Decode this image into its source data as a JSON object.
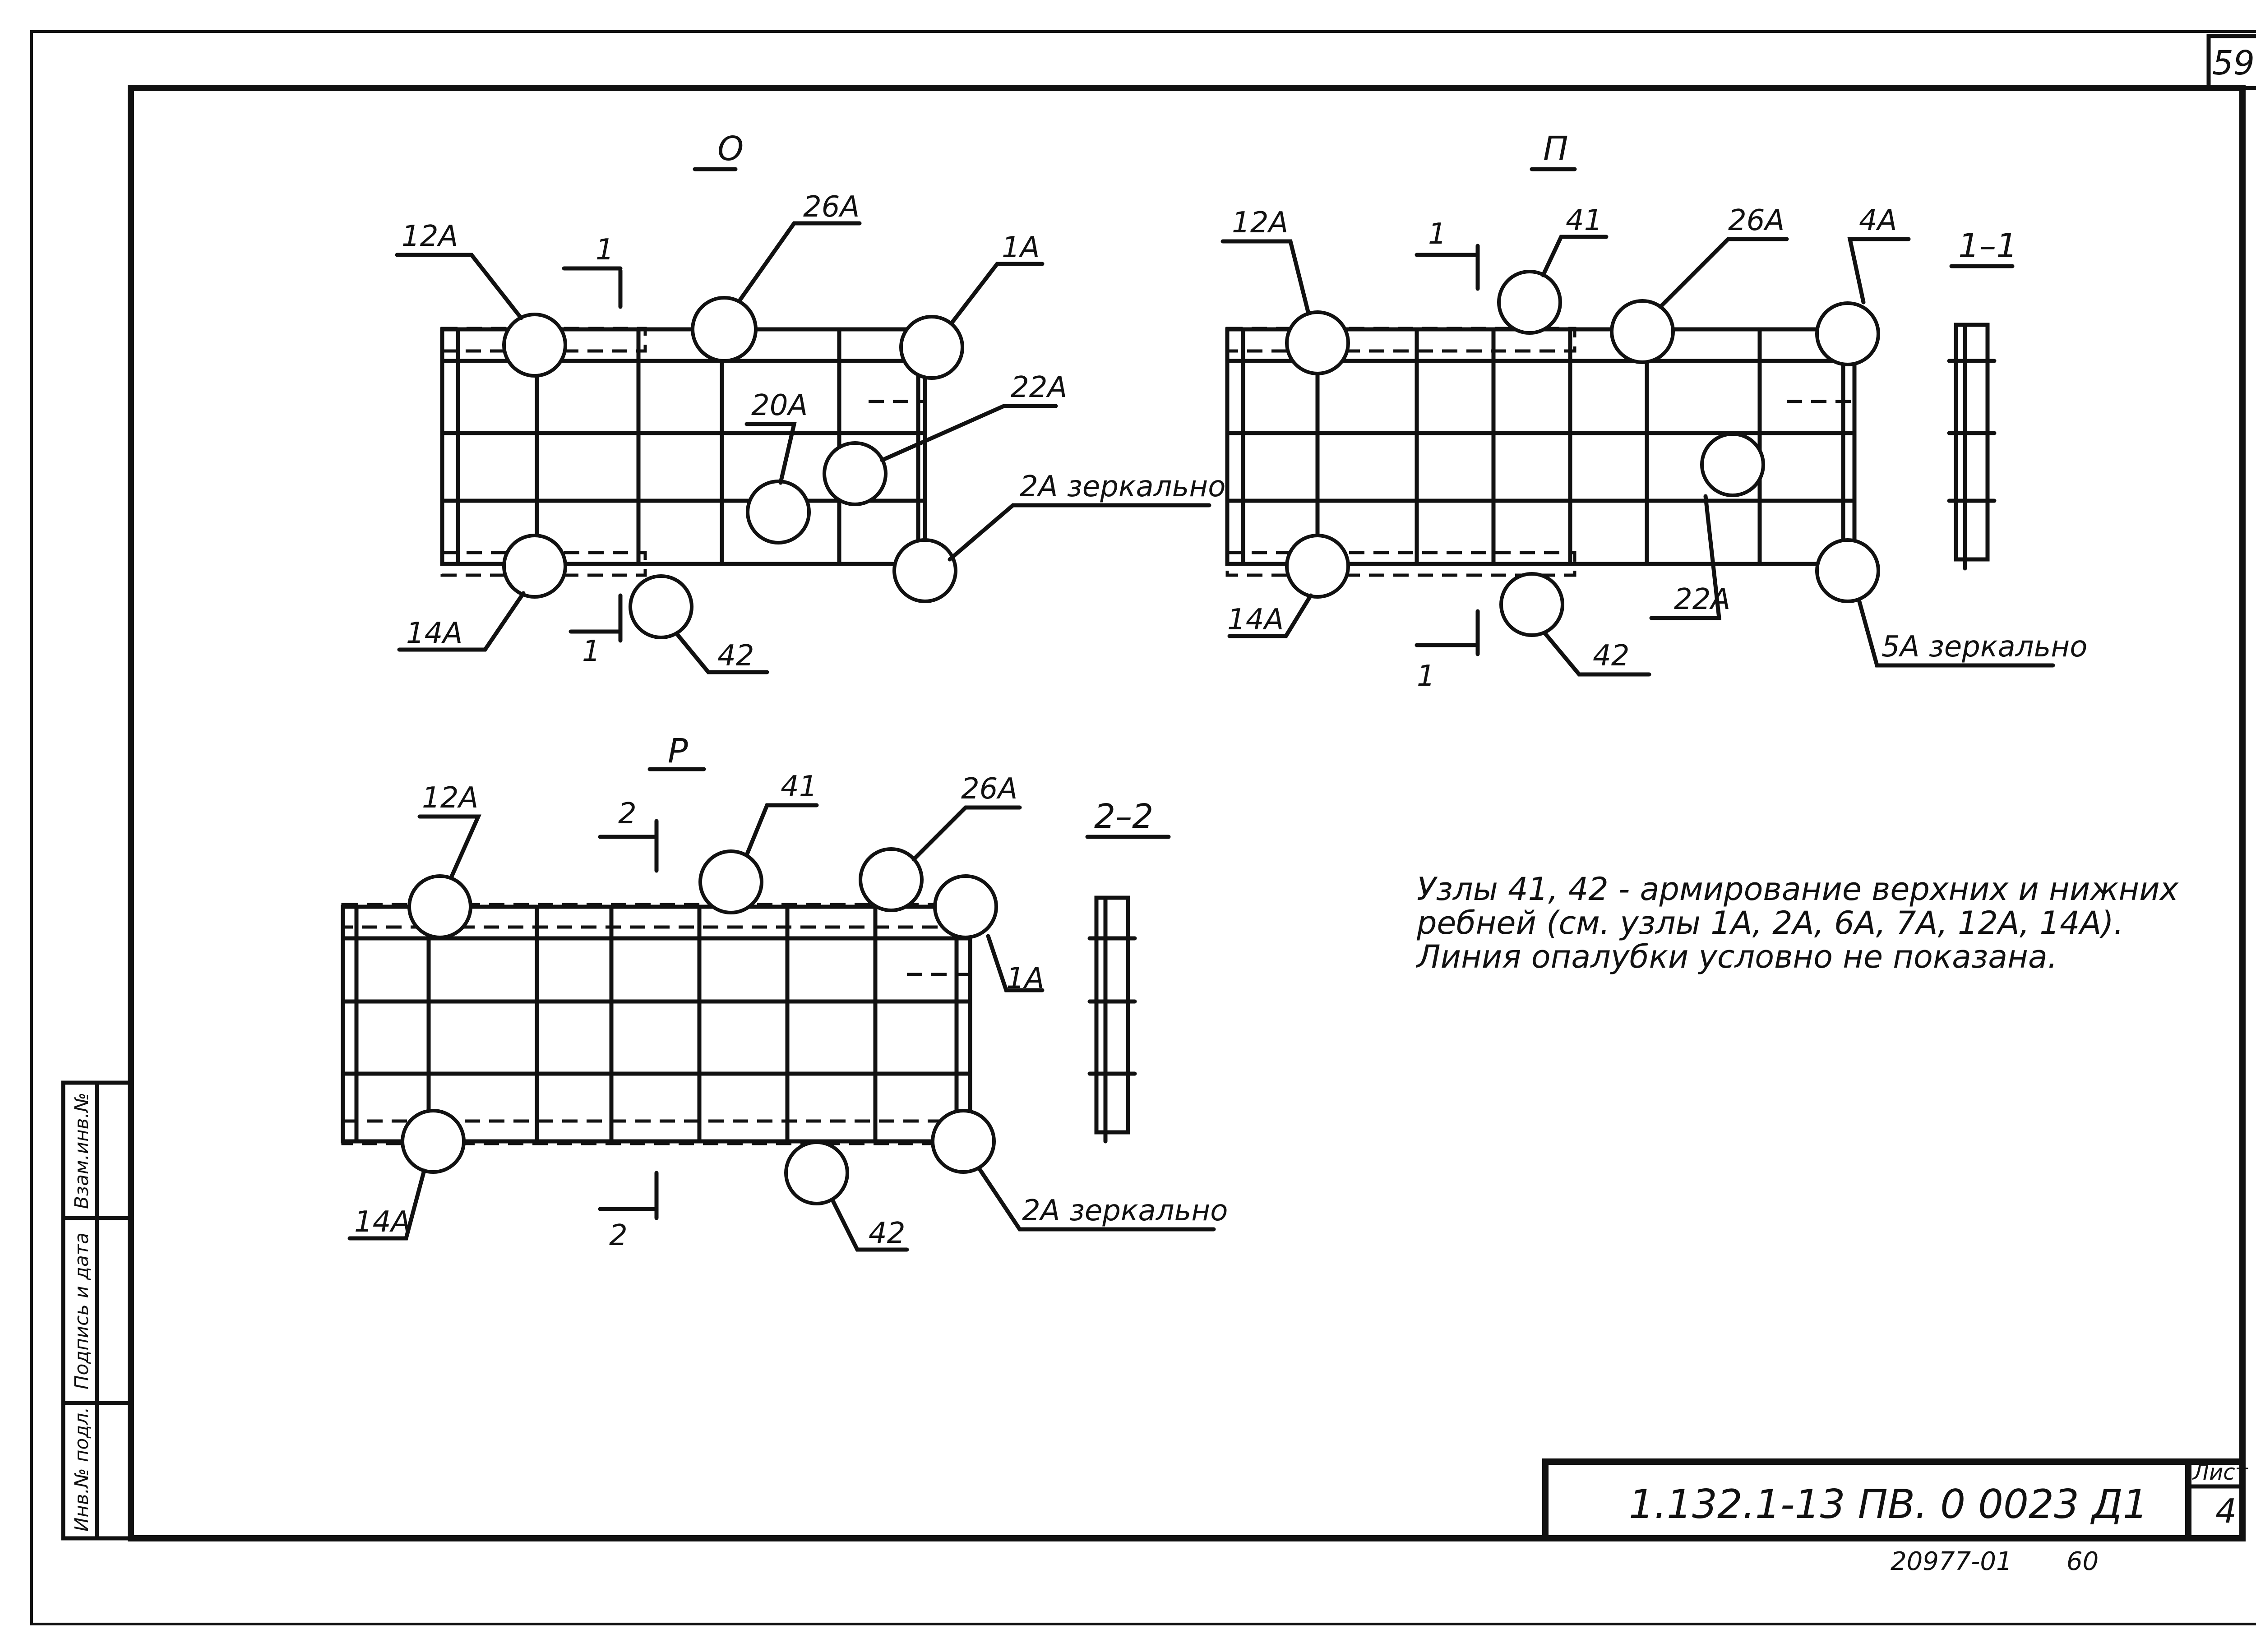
{
  "sheet_number": "59",
  "views": {
    "o": {
      "title": "О",
      "labels": [
        "12А",
        "26А",
        "1А",
        "22А",
        "20А",
        "2А зеркально",
        "14А",
        "42"
      ],
      "section_marks": [
        "1",
        "1"
      ]
    },
    "p": {
      "title": "П",
      "labels": [
        "12А",
        "41",
        "26А",
        "4А",
        "22А",
        "14А",
        "42",
        "5А зеркально"
      ],
      "section_marks": [
        "1",
        "1"
      ]
    },
    "r": {
      "title": "Р",
      "labels": [
        "12А",
        "41",
        "26А",
        "1А",
        "14А",
        "42",
        "2А зеркально"
      ],
      "section_marks": [
        "2",
        "2"
      ]
    }
  },
  "sections": {
    "s11": "1–1",
    "s22": "2–2"
  },
  "note": {
    "line1": "Узлы 41, 42 - армирование верхних и нижних",
    "line2": "ребней (см. узлы 1А, 2А, 6А, 7А, 12А, 14А).",
    "line3": "Линия опалубки условно не показана."
  },
  "side_stamp": [
    "Инв.№ подл.",
    "Подпись и дата",
    "Взам.инв.№"
  ],
  "title_block": {
    "code": "1.132.1-13 ПВ. 0 0023 Д1",
    "list_label": "Лист",
    "list_number": "4"
  },
  "footer": {
    "order": "20977-01",
    "page": "60"
  }
}
